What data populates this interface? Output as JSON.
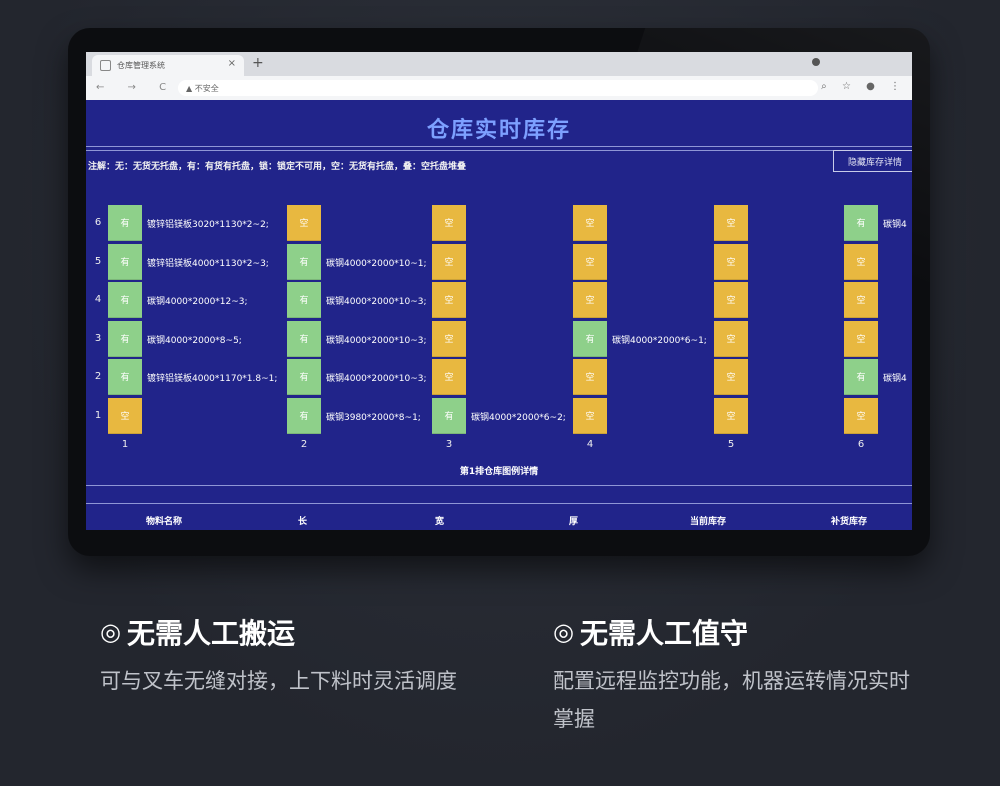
{
  "browser": {
    "tab_title": "仓库管理系统",
    "tab_close": "×",
    "new_tab": "+",
    "nav_icons": "← → C ⌂",
    "address_warning": "▲ 不安全",
    "address": "",
    "right_icons": "⌕ ☆ ● ⋮"
  },
  "app": {
    "title": "仓库实时库存",
    "legend": "注解：无：无货无托盘，有：有货有托盘，锁：锁定不可用，空：无货有托盘，叠：空托盘堆叠",
    "hide_button": "隐藏库存详情",
    "caption": "第1排仓库图例详情",
    "row_labels": [
      "6",
      "5",
      "4",
      "3",
      "2",
      "1"
    ],
    "columns": [
      {
        "label": "1",
        "cells": [
          {
            "status": "有",
            "color": "green",
            "material": "镀锌铝镁板3020*1130*2~2;"
          },
          {
            "status": "有",
            "color": "green",
            "material": "镀锌铝镁板4000*1130*2~3;"
          },
          {
            "status": "有",
            "color": "green",
            "material": "碳钢4000*2000*12~3;"
          },
          {
            "status": "有",
            "color": "green",
            "material": "碳钢4000*2000*8~5;"
          },
          {
            "status": "有",
            "color": "green",
            "material": "镀锌铝镁板4000*1170*1.8~1;"
          },
          {
            "status": "空",
            "color": "yellow",
            "material": ""
          }
        ]
      },
      {
        "label": "2",
        "cells": [
          {
            "status": "空",
            "color": "yellow",
            "material": ""
          },
          {
            "status": "有",
            "color": "green",
            "material": "碳钢4000*2000*10~1;"
          },
          {
            "status": "有",
            "color": "green",
            "material": "碳钢4000*2000*10~3;"
          },
          {
            "status": "有",
            "color": "green",
            "material": "碳钢4000*2000*10~3;"
          },
          {
            "status": "有",
            "color": "green",
            "material": "碳钢4000*2000*10~3;"
          },
          {
            "status": "有",
            "color": "green",
            "material": "碳钢3980*2000*8~1;"
          }
        ]
      },
      {
        "label": "3",
        "cells": [
          {
            "status": "空",
            "color": "yellow",
            "material": ""
          },
          {
            "status": "空",
            "color": "yellow",
            "material": ""
          },
          {
            "status": "空",
            "color": "yellow",
            "material": ""
          },
          {
            "status": "空",
            "color": "yellow",
            "material": ""
          },
          {
            "status": "空",
            "color": "yellow",
            "material": ""
          },
          {
            "status": "有",
            "color": "green",
            "material": "碳钢4000*2000*6~2;"
          }
        ]
      },
      {
        "label": "4",
        "cells": [
          {
            "status": "空",
            "color": "yellow",
            "material": ""
          },
          {
            "status": "空",
            "color": "yellow",
            "material": ""
          },
          {
            "status": "空",
            "color": "yellow",
            "material": ""
          },
          {
            "status": "有",
            "color": "green",
            "material": "碳钢4000*2000*6~1;"
          },
          {
            "status": "空",
            "color": "yellow",
            "material": ""
          },
          {
            "status": "空",
            "color": "yellow",
            "material": ""
          }
        ]
      },
      {
        "label": "5",
        "cells": [
          {
            "status": "空",
            "color": "yellow",
            "material": ""
          },
          {
            "status": "空",
            "color": "yellow",
            "material": ""
          },
          {
            "status": "空",
            "color": "yellow",
            "material": ""
          },
          {
            "status": "空",
            "color": "yellow",
            "material": ""
          },
          {
            "status": "空",
            "color": "yellow",
            "material": ""
          },
          {
            "status": "空",
            "color": "yellow",
            "material": ""
          }
        ]
      },
      {
        "label": "6",
        "cells": [
          {
            "status": "有",
            "color": "green",
            "material": "碳钢4"
          },
          {
            "status": "空",
            "color": "yellow",
            "material": ""
          },
          {
            "status": "空",
            "color": "yellow",
            "material": ""
          },
          {
            "status": "空",
            "color": "yellow",
            "material": ""
          },
          {
            "status": "有",
            "color": "green",
            "material": "碳钢4"
          },
          {
            "status": "空",
            "color": "yellow",
            "material": ""
          }
        ]
      }
    ],
    "table_headers": [
      "物料名称",
      "长",
      "宽",
      "厚",
      "当前库存",
      "补货库存"
    ]
  },
  "features": [
    {
      "mark": "◎",
      "title": "无需人工搬运",
      "desc": "可与叉车无缝对接，上下料时灵活调度"
    },
    {
      "mark": "◎",
      "title": "无需人工值守",
      "desc": "配置远程监控功能，机器运转情况实时掌握"
    }
  ],
  "colors": {
    "page_bg": "#23262e",
    "screen_bg": "#21248a",
    "title": "#7da0ff",
    "green": "#8ed08a",
    "yellow": "#e8b840"
  }
}
